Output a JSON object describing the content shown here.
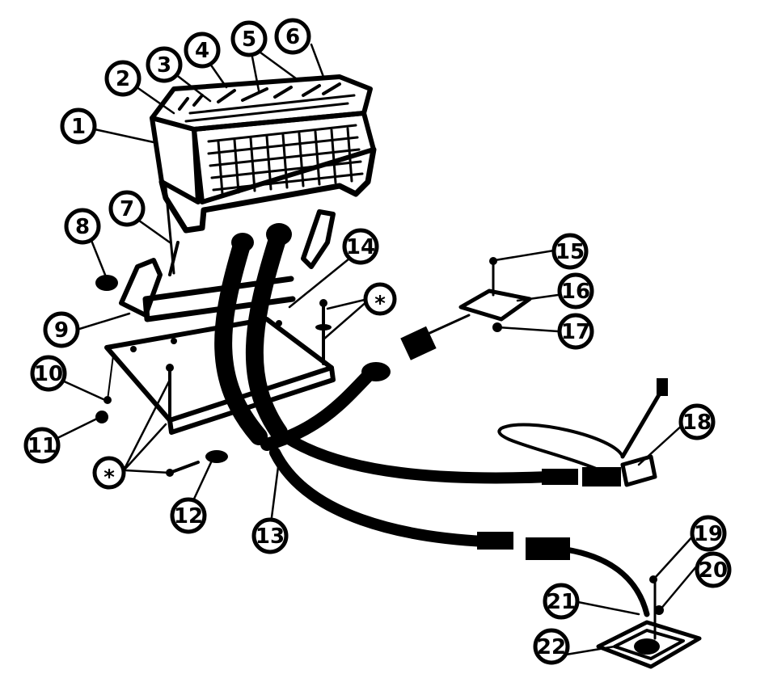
{
  "figure": {
    "type": "exploded parts diagram",
    "ink_color": "#000000",
    "background_color": "#ffffff"
  },
  "callouts": {
    "c1": "1",
    "c2": "2",
    "c3": "3",
    "c4": "4",
    "c5": "5",
    "c6": "6",
    "c7": "7",
    "c8": "8",
    "c9": "9",
    "c10": "10",
    "c11": "11",
    "c12": "12",
    "c13": "13",
    "c14": "14",
    "c15": "15",
    "c16": "16",
    "c17": "17",
    "c18": "18",
    "c19": "19",
    "c20": "20",
    "c21": "21",
    "c22": "22",
    "star_a": "*",
    "star_b": "*"
  }
}
